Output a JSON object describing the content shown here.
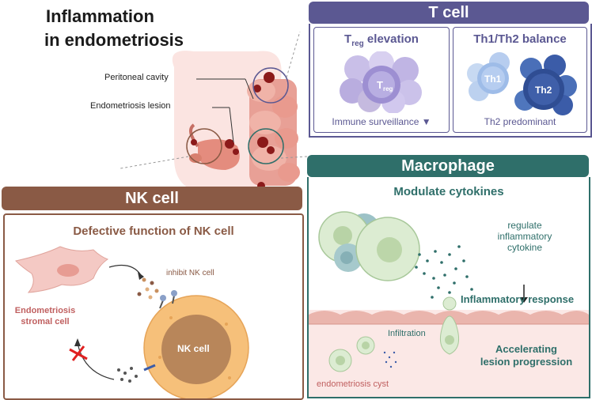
{
  "title": {
    "line1": "Inflammation",
    "line2": "in endometriosis"
  },
  "anatomy": {
    "peritoneal_label": "Peritoneal cavity",
    "lesion_label": "Endometriosis lesion"
  },
  "tcell": {
    "header": "T cell",
    "treg": {
      "title_main": "T",
      "title_sub": "reg",
      "title_rest": " elevation",
      "cell_main": "T",
      "cell_sub": "reg",
      "footer": "Immune surveillance ▼"
    },
    "th": {
      "title": "Th1/Th2 balance",
      "th1": "Th1",
      "th2": "Th2",
      "footer": "Th2 predominant"
    }
  },
  "macrophage": {
    "header": "Macrophage",
    "subtitle": "Modulate cytokines",
    "regulate": [
      "regulate",
      "inflammatory",
      "cytokine"
    ],
    "inflammatory_response": "Inflammatory response",
    "infiltration": "Infiltration",
    "accelerating": [
      "Accelerating",
      "lesion progression"
    ],
    "cyst": "endometriosis cyst"
  },
  "nk": {
    "header": "NK cell",
    "subtitle": "Defective function of NK cell",
    "inhibit": "inhibit NK cell",
    "stromal": [
      "Endometriosis",
      "stromal cell"
    ],
    "cell_label": "NK cell"
  },
  "colors": {
    "tcell": "#5b5892",
    "macrophage": "#2f6f6a",
    "nk": "#8a5a45",
    "lesion": "#8b1a1a"
  }
}
